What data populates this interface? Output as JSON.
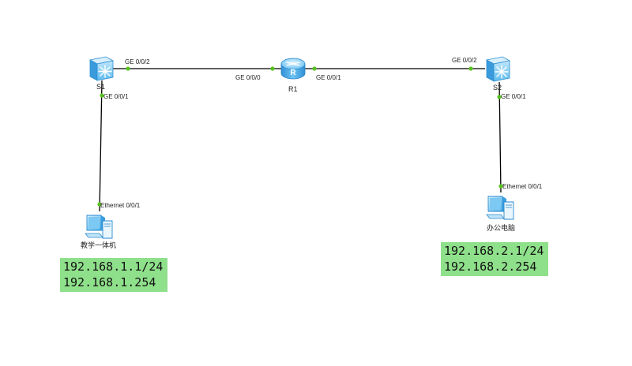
{
  "devices": {
    "s1": {
      "name": "S1",
      "type": "switch"
    },
    "s2": {
      "name": "S2",
      "type": "switch"
    },
    "r1": {
      "name": "R1",
      "type": "router"
    },
    "pc1": {
      "name": "教学一体机",
      "type": "pc"
    },
    "pc2": {
      "name": "办公电脑",
      "type": "pc"
    }
  },
  "ports": {
    "s1_up": "GE 0/0/2",
    "s1_down": "GE 0/0/1",
    "r1_left": "GE 0/0/0",
    "r1_right": "GE 0/0/1",
    "s2_up": "GE 0/0/2",
    "s2_down": "GE 0/0/1",
    "pc1_eth": "Ethernet 0/0/1",
    "pc2_eth": "Ethernet 0/0/1"
  },
  "ip_notes": {
    "left": {
      "ip": "192.168.1.1/24",
      "gateway": "192.168.1.254"
    },
    "right": {
      "ip": "192.168.2.1/24",
      "gateway": "192.168.2.254"
    }
  },
  "colors": {
    "link": "#000000",
    "port_dot": "#58c21e",
    "note_bg": "#8fe08b",
    "device_blue": "#3fa9e6"
  },
  "icons": {
    "switch": "switch-icon",
    "router": "router-icon",
    "pc": "pc-icon"
  }
}
